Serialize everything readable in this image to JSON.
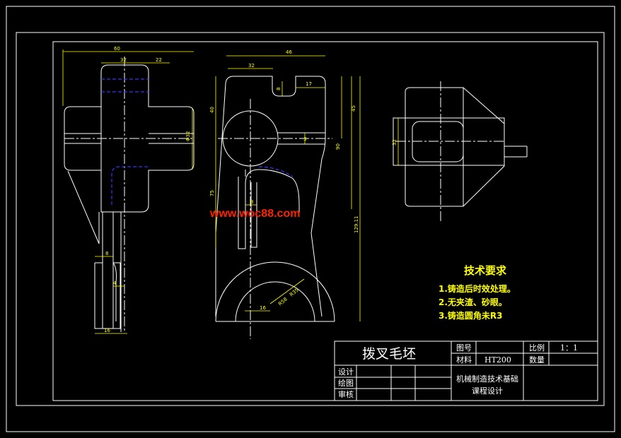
{
  "watermark": "www.woc88.com",
  "colors": {
    "background": "#000000",
    "outline": "#ffffff",
    "dimension": "#ffff00",
    "hidden": "#3333ff",
    "watermark": "#ff2200"
  },
  "dimensions": {
    "d_60": "60",
    "d_32a": "32",
    "d_22": "22",
    "d_phi32": "Φ32",
    "d_8a": "8",
    "d_4": "4",
    "d_16a": "16",
    "d_46": "46",
    "d_32b": "32",
    "d_8b": "8",
    "d_17": "17",
    "d_40": "40",
    "d_45": "45",
    "d_3": "3",
    "d_90": "90",
    "d_75": "75",
    "d_8c": "8",
    "d_129": "129.11",
    "d_16b": "16",
    "d_r58": "R58",
    "d_r35": "R35",
    "d_32c": "32"
  },
  "requirements": {
    "title": "技术要求",
    "items": [
      "1.铸造后时效处理。",
      "2.无夹渣、砂眼。",
      "3.铸造圆角未R3"
    ]
  },
  "title_block": {
    "part_name": "拨叉毛坯",
    "drawing_no_label": "图号",
    "scale_label": "比例",
    "scale_value": "1：1",
    "material_label": "材料",
    "material_value": "HT200",
    "quantity_label": "数量",
    "design_label": "设计",
    "draw_label": "绘图",
    "review_label": "审核",
    "course_line1": "机械制造技术基础",
    "course_line2": "课程设计"
  }
}
